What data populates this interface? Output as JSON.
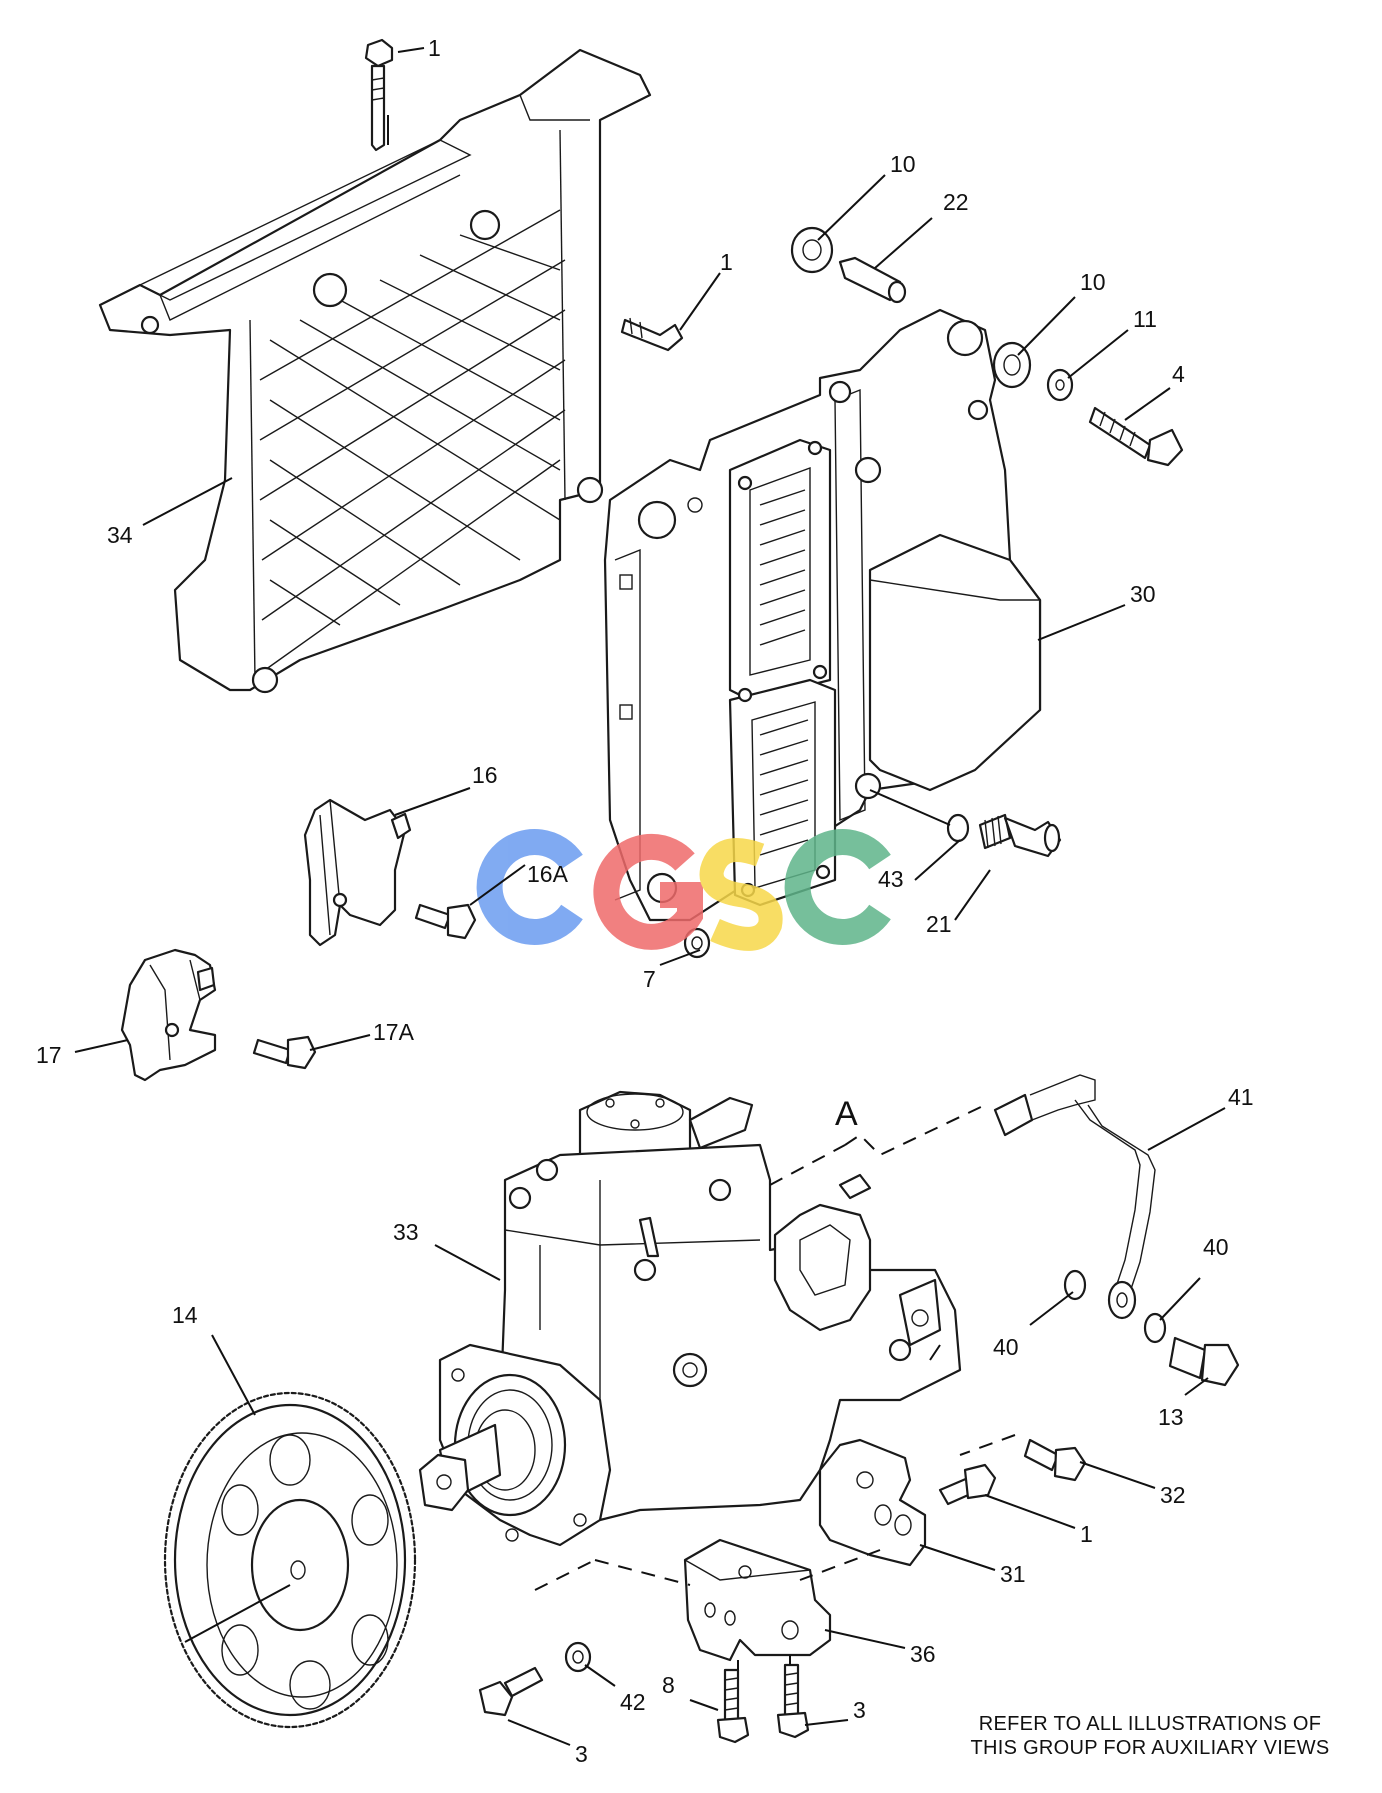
{
  "callouts": {
    "c1_top": "1",
    "c1_mid": "1",
    "c10_a": "10",
    "c22": "22",
    "c10_b": "10",
    "c11": "11",
    "c4": "4",
    "c34": "34",
    "c30": "30",
    "c16": "16",
    "c16a": "16A",
    "c43": "43",
    "c21": "21",
    "c7": "7",
    "c17": "17",
    "c17a": "17A",
    "cA": "A",
    "c41": "41",
    "c33": "33",
    "c40_a": "40",
    "c40_b": "40",
    "c14": "14",
    "c13": "13",
    "c32": "32",
    "c1_bot": "1",
    "c31": "31",
    "c36": "36",
    "c42": "42",
    "c8": "8",
    "c3_a": "3",
    "c3_b": "3"
  },
  "note": {
    "line1": "REFER TO ALL ILLUSTRATIONS OF",
    "line2": "THIS GROUP FOR AUXILIARY VIEWS"
  },
  "watermark": {
    "text": "CGSC",
    "colors": [
      "#6b9cf0",
      "#ef6b6b",
      "#f7d84a",
      "#5fb58a"
    ]
  }
}
